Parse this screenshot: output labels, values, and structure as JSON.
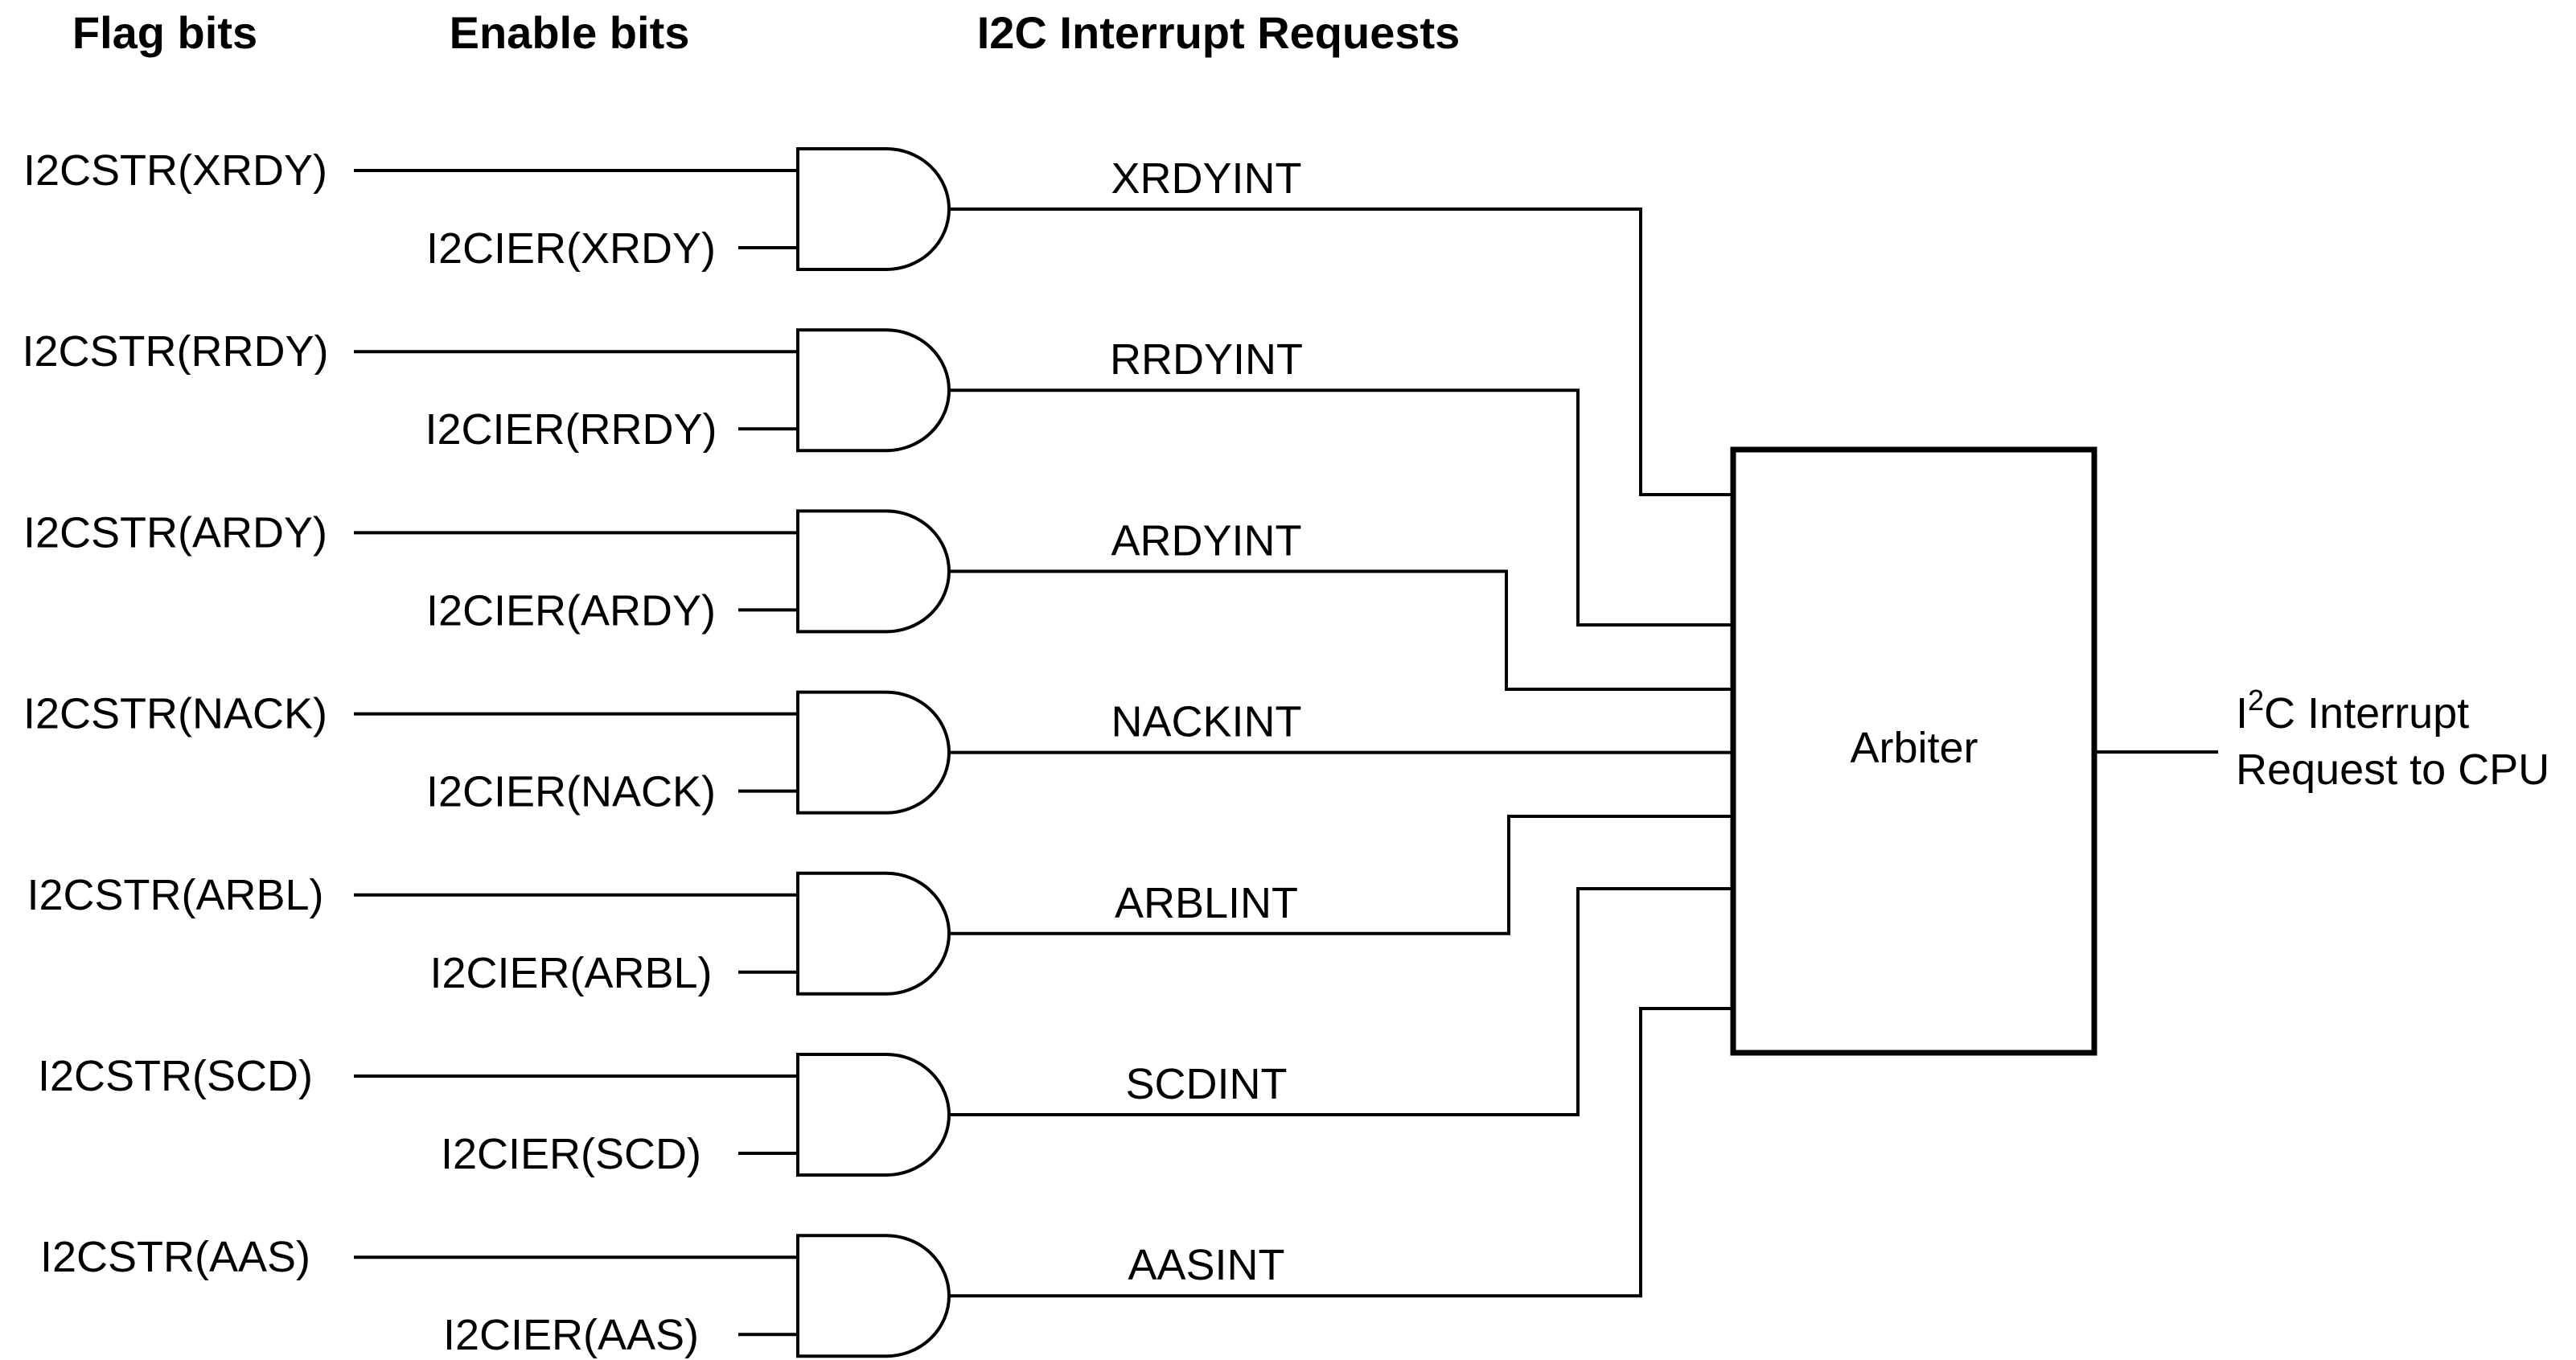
{
  "headers": {
    "flag_bits": "Flag bits",
    "enable_bits": "Enable bits",
    "interrupt_requests": "I2C Interrupt Requests"
  },
  "gates": [
    {
      "flag": "I2CSTR(XRDY)",
      "enable": "I2CIER(XRDY)",
      "output": "XRDYINT"
    },
    {
      "flag": "I2CSTR(RRDY)",
      "enable": "I2CIER(RRDY)",
      "output": "RRDYINT"
    },
    {
      "flag": "I2CSTR(ARDY)",
      "enable": "I2CIER(ARDY)",
      "output": "ARDYINT"
    },
    {
      "flag": "I2CSTR(NACK)",
      "enable": "I2CIER(NACK)",
      "output": "NACKINT"
    },
    {
      "flag": "I2CSTR(ARBL)",
      "enable": "I2CIER(ARBL)",
      "output": "ARBLINT"
    },
    {
      "flag": "I2CSTR(SCD)",
      "enable": "I2CIER(SCD)",
      "output": "SCDINT"
    },
    {
      "flag": "I2CSTR(AAS)",
      "enable": "I2CIER(AAS)",
      "output": "AASINT"
    }
  ],
  "arbiter": {
    "label": "Arbiter"
  },
  "cpu_request": {
    "line1_prefix": "I",
    "line1_superscript": "2",
    "line1_suffix": "C Interrupt",
    "line2": "Request to CPU"
  },
  "colors": {
    "line": "#000000",
    "background": "#ffffff"
  }
}
